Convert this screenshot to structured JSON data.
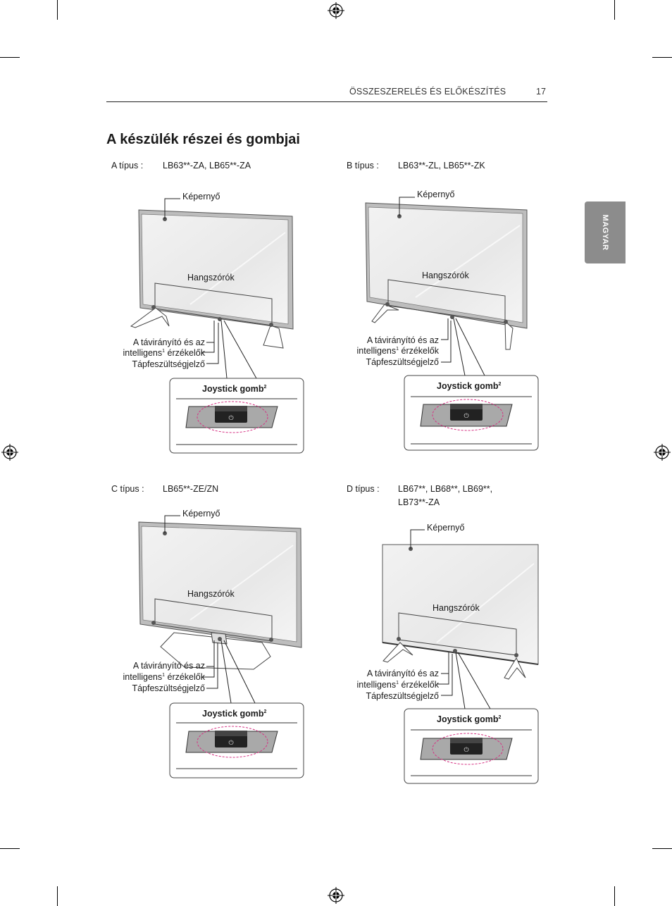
{
  "header": {
    "section": "ÖSSZESZERELÉS ÉS ELŐKÉSZÍTÉS",
    "page_number": "17"
  },
  "page_title": "A készülék részei és gombjai",
  "language_tab": "MAGYAR",
  "models": [
    {
      "type_label": "A típus :",
      "models_line1": "LB63**-ZA, LB65**-ZA",
      "models_line2": ""
    },
    {
      "type_label": "B típus :",
      "models_line1": "LB63**-ZL, LB65**-ZK",
      "models_line2": ""
    },
    {
      "type_label": "C típus :",
      "models_line1": "LB65**-ZE/ZN",
      "models_line2": ""
    },
    {
      "type_label": "D típus :",
      "models_line1": "LB67**, LB68**, LB69**,",
      "models_line2": "LB73**-ZA"
    }
  ],
  "labels": {
    "screen": "Képernyő",
    "speakers": "Hangszórók",
    "remote_line1": "A távirányító és az",
    "remote_line2a": "intelligens",
    "remote_sup": "1",
    "remote_line2b": " érzékelők",
    "power_indicator": "Tápfeszültségjelző",
    "joystick": "Joystick gomb",
    "joystick_sup": "2"
  }
}
